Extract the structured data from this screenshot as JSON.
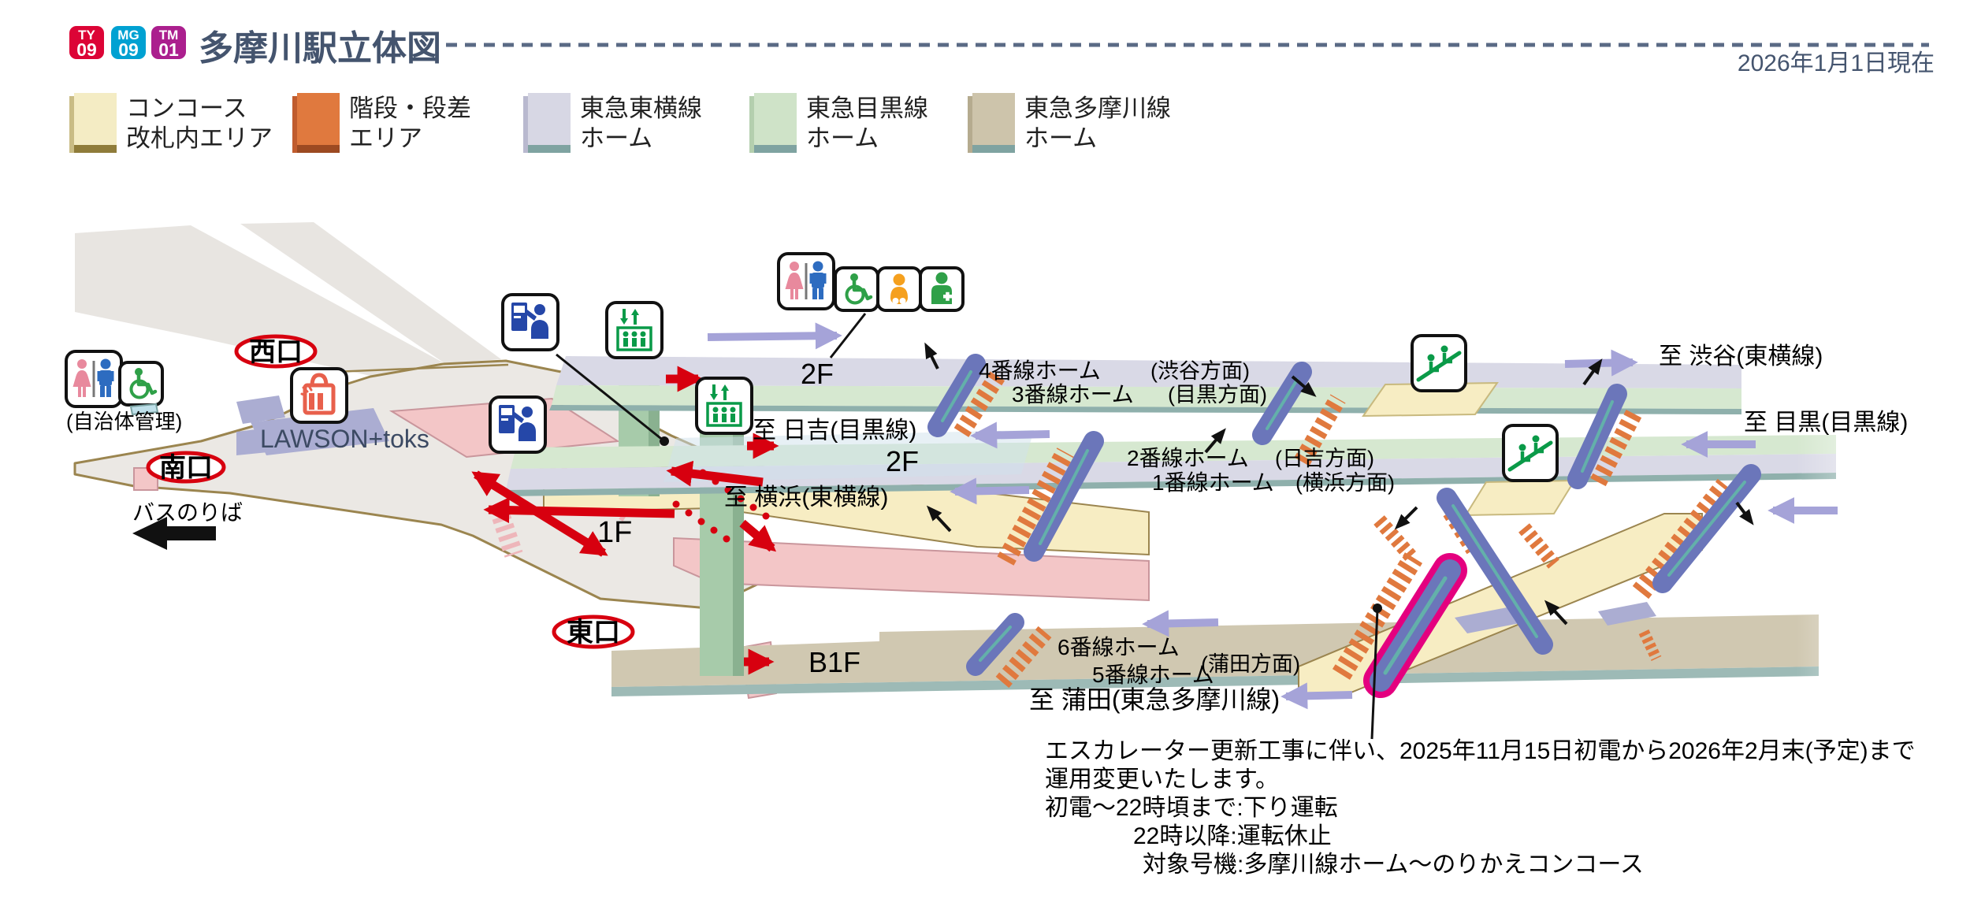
{
  "header": {
    "badges": [
      {
        "code": "TY",
        "number": "09",
        "color": "#dc0436"
      },
      {
        "code": "MG",
        "number": "09",
        "color": "#00a1d2"
      },
      {
        "code": "TM",
        "number": "01",
        "color": "#ab1f8e"
      }
    ],
    "title": "多摩川駅立体図",
    "as_of": "2026年1月1日現在"
  },
  "legend": {
    "items": [
      {
        "line1": "コンコース",
        "line2": "改札内エリア",
        "color": "#f4ecc4",
        "edge": "#8f7c3a"
      },
      {
        "line1": "階段・段差",
        "line2": "エリア",
        "color": "#e0793e",
        "edge": "#9c4a22"
      },
      {
        "line1": "東急東横線",
        "line2": "ホーム",
        "color": "#d7d7e4",
        "edge": "#7fa3a1"
      },
      {
        "line1": "東急目黒線",
        "line2": "ホーム",
        "color": "#cfe3c8",
        "edge": "#7fa3a1"
      },
      {
        "line1": "東急多摩川線",
        "line2": "ホーム",
        "color": "#cdc4ab",
        "edge": "#7fa3a1"
      }
    ]
  },
  "map": {
    "exits": {
      "west": "西口",
      "south": "南口",
      "east": "東口"
    },
    "floors": {
      "f1": "1F",
      "f2_toyoko": "2F",
      "f2_meguro": "2F",
      "b1f": "B1F"
    },
    "destinations": {
      "hiyoshi": "至 日吉(目黒線)",
      "yokohama": "至 横浜(東横線)",
      "shibuya": "至 渋谷(東横線)",
      "meguro": "至 目黒(目黒線)",
      "kamata": "至 蒲田(東急多摩川線)"
    },
    "platforms": {
      "p4": "4番線ホーム",
      "p3": "3番線ホーム",
      "dir_shibuya": "(渋谷方面)",
      "dir_meguro": "(目黒方面)",
      "p2": "2番線ホーム",
      "p1": "1番線ホーム",
      "dir_hiyoshi": "(日吉方面)",
      "dir_yokohama": "(横浜方面)",
      "p6": "6番線ホーム",
      "p5": "5番線ホーム",
      "dir_kamata": "(蒲田方面)"
    },
    "facilities": {
      "toilet_note": "(自治体管理)",
      "shop": "LAWSON+toks",
      "bus_stop": "バスのりば"
    }
  },
  "notice": {
    "line1": "エスカレーター更新工事に伴い、2025年11月15日初電から2026年2月末(予定)まで",
    "line2": "運用変更いたします。",
    "line3": "初電〜22時頃まで:下り運転",
    "line4": "22時以降:運転休止",
    "line5": "対象号機:多摩川線ホーム〜のりかえコンコース"
  },
  "colors": {
    "accent_red": "#d7000f",
    "magenta_highlight": "#e4007f",
    "escalator_blue": "#6b76ba",
    "stairs_orange": "#e0793e",
    "pillar_green": "#a7cbaa",
    "deck_teal": "#7fa3a1",
    "header_text": "#44546e"
  }
}
